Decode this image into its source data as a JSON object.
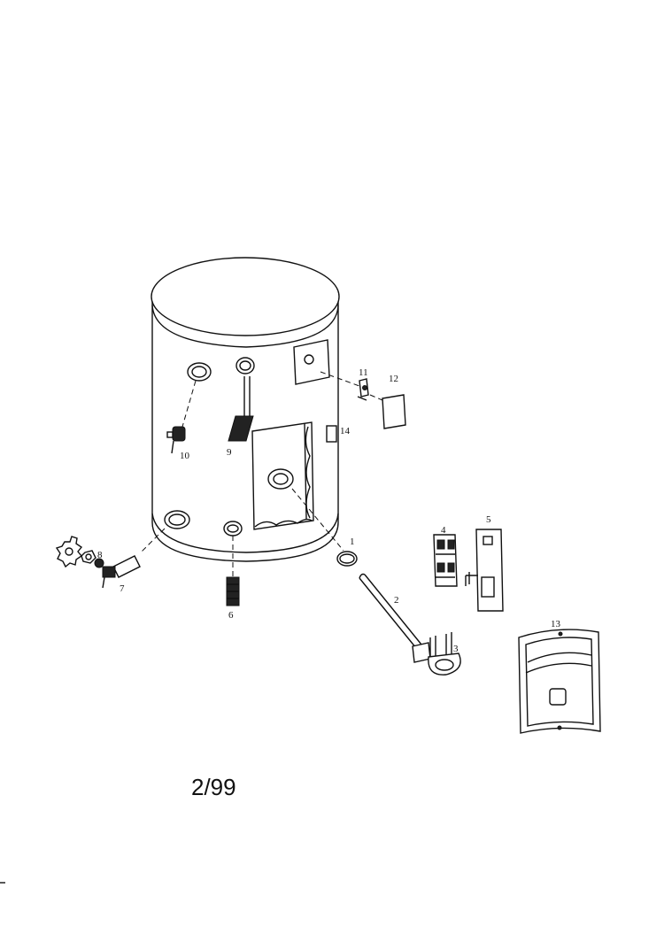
{
  "diagram": {
    "part_numbers": [
      "1",
      "2",
      "3",
      "4",
      "5",
      "6",
      "7",
      "8",
      "9",
      "10",
      "11",
      "12",
      "13",
      "14"
    ],
    "revision_date": "2/99"
  }
}
